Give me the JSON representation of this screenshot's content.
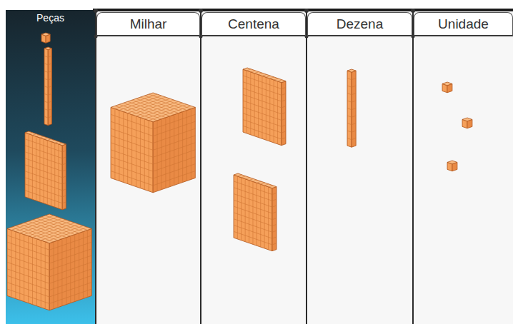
{
  "diagram": {
    "nodes": [
      {
        "text": [
          "Peças"
        ]
      },
      {
        "text": [
          "Milhar"
        ]
      },
      {
        "text": [
          "Centena"
        ]
      },
      {
        "text": [
          "Dezena"
        ]
      },
      {
        "text": [
          "Unidade"
        ]
      }
    ]
  }
}
